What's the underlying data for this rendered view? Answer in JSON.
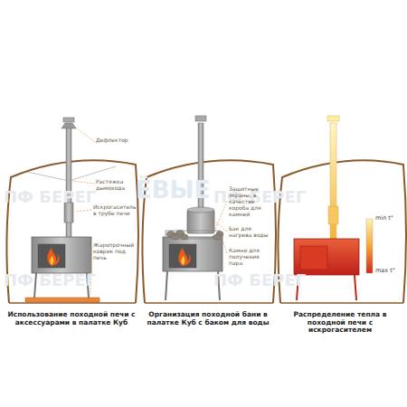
{
  "diagram": {
    "labels": [
      "Дефлектор",
      "Растяжка дымохода",
      "Искрогаситель в трубе печи",
      "Жаропрочный коврик под печь",
      "Использование походной печи с аксессуарами в палатке Куб",
      "Защитные экраны, в качестве короба для камней",
      "Бак для нагрева воды",
      "Камни для получения пара",
      "Организация походной бани в палатке Куб с баком для воды",
      "min t°",
      "max t°",
      "Распределение тепла в походной печи с искрогасителем",
      "ЁВЫЕ",
      "ПФ БЕРЕГ",
      "ПФ БЕРЕГ",
      "ПФ БЕРЕГ",
      "ПФ БЕРЕГ"
    ]
  }
}
